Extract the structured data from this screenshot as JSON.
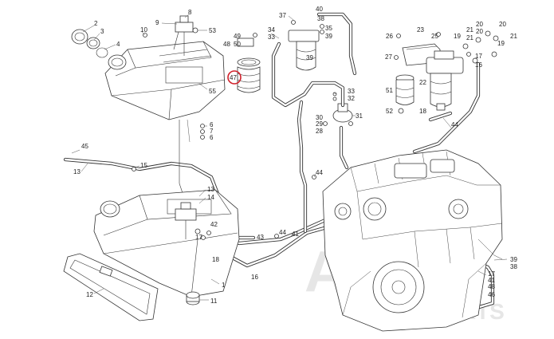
{
  "watermark": {
    "brand_main": "AUTO",
    "brand_sub": "PARTS"
  },
  "highlight": {
    "label": "47",
    "color": "#d0202a"
  },
  "callouts": [
    "2",
    "3",
    "4",
    "10",
    "9",
    "8",
    "53",
    "55",
    "48",
    "49",
    "50",
    "6",
    "7",
    "6",
    "37",
    "40",
    "34",
    "33",
    "38",
    "35",
    "39",
    "39",
    "33",
    "32",
    "31",
    "30",
    "29",
    "28",
    "23",
    "25",
    "26",
    "27",
    "51",
    "22",
    "52",
    "18",
    "19",
    "21",
    "21",
    "20",
    "20",
    "19",
    "17",
    "16",
    "20",
    "21",
    "44",
    "45",
    "13",
    "15",
    "13",
    "14",
    "12",
    "17",
    "42",
    "43",
    "44",
    "41",
    "16",
    "18",
    "11",
    "1",
    "44",
    "39",
    "38",
    "17",
    "41",
    "48",
    "46"
  ]
}
